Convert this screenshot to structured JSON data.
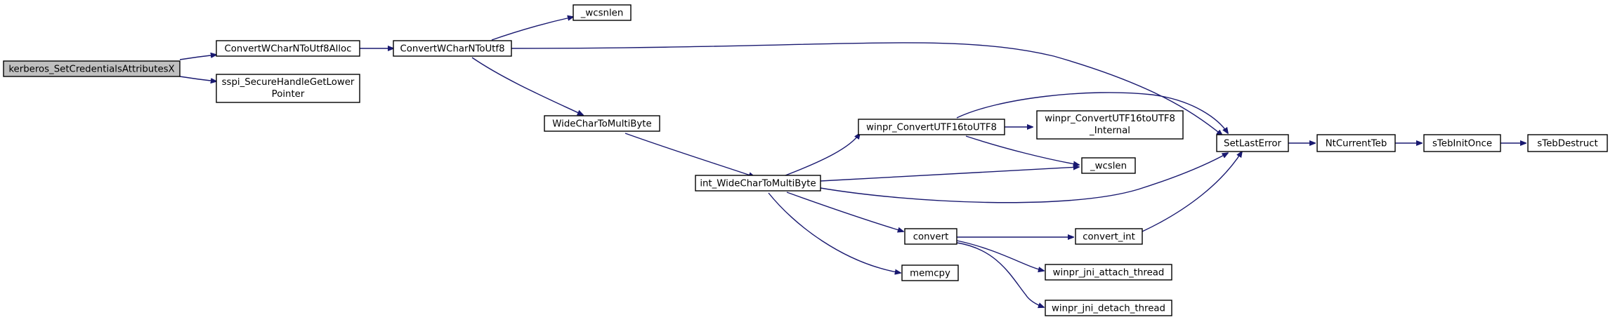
{
  "nodes": {
    "root": "kerberos_SetCredentialsAttributesX",
    "alloc": "ConvertWCharNToUtf8Alloc",
    "sspi": [
      "sspi_SecureHandleGetLower",
      "Pointer"
    ],
    "conv": "ConvertWCharNToUtf8",
    "wcsnlen": "_wcsnlen",
    "wc2mb": "WideCharToMultiByte",
    "intwc2mb": "int_WideCharToMultiByte",
    "utf16": "winpr_ConvertUTF16toUTF8",
    "utf16int": [
      "winpr_ConvertUTF16toUTF8",
      "_Internal"
    ],
    "wcslen": "_wcslen",
    "convert": "convert",
    "convint": "convert_int",
    "memcpy": "memcpy",
    "attach": "winpr_jni_attach_thread",
    "detach": "winpr_jni_detach_thread",
    "setlast": "SetLastError",
    "ntteb": "NtCurrentTeb",
    "tebinit": "sTebInitOnce",
    "tebdes": "sTebDestruct"
  },
  "colors": {
    "edge": "#191970",
    "root_fill": "#bfbfbf",
    "node_fill": "#ffffff"
  }
}
